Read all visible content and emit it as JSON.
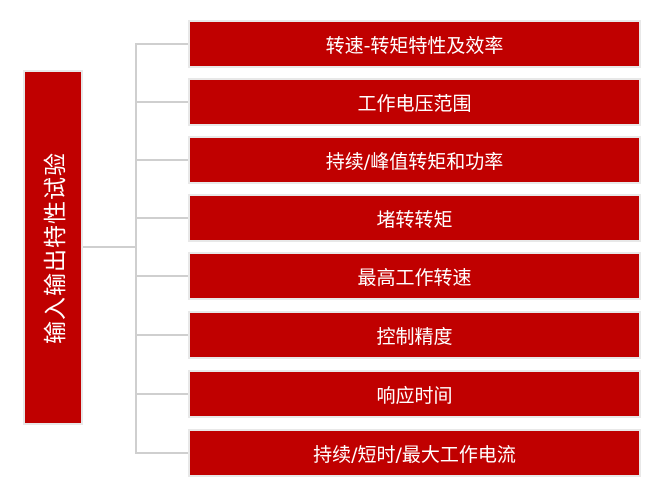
{
  "root": {
    "label": "输入输出特性试验"
  },
  "items": [
    {
      "label": "转速-转矩特性及效率"
    },
    {
      "label": "工作电压范围"
    },
    {
      "label": "持续/峰值转矩和功率"
    },
    {
      "label": "堵转转矩"
    },
    {
      "label": "最高工作转速"
    },
    {
      "label": "控制精度"
    },
    {
      "label": "响应时间"
    },
    {
      "label": "持续/短时/最大工作电流"
    }
  ],
  "colors": {
    "box_fill": "#c00000",
    "box_border": "#e8e8e8",
    "connector": "#cfcfcf",
    "text": "#ffffff"
  }
}
